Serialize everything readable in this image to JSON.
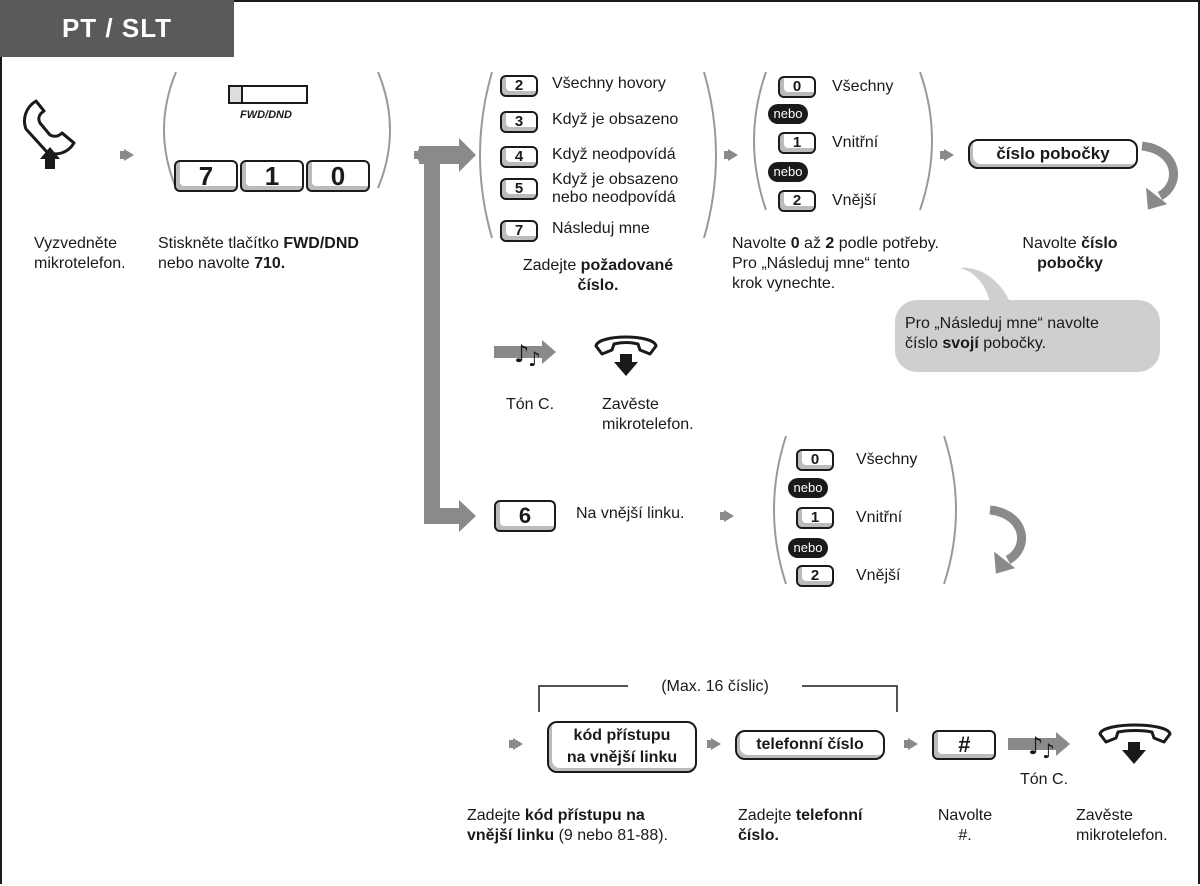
{
  "header": {
    "tab_label": "PT / SLT"
  },
  "step1": {
    "caption_line1": "Vyzvedněte",
    "caption_line2": "mikrotelefon."
  },
  "step2": {
    "button_caption": "FWD/DND",
    "keys": [
      "7",
      "1",
      "0"
    ],
    "caption_line1_pre": "Stiskněte tlačítko ",
    "caption_line1_bold": "FWD/DND",
    "caption_line2_pre": "nebo navolte ",
    "caption_line2_bold": "710."
  },
  "step3": {
    "options": [
      {
        "key": "2",
        "label": "Všechny hovory"
      },
      {
        "key": "3",
        "label": "Když je obsazeno"
      },
      {
        "key": "4",
        "label": "Když neodpovídá"
      },
      {
        "key": "5",
        "label": "Když je obsazeno",
        "label2": "nebo neodpovídá"
      },
      {
        "key": "7",
        "label": "Následuj mne"
      }
    ],
    "caption_pre": "Zadejte ",
    "caption_bold1": "požadované",
    "caption_bold2": "číslo."
  },
  "step4": {
    "options": [
      {
        "key": "0",
        "label": "Všechny"
      },
      {
        "key": "1",
        "label": "Vnitřní"
      },
      {
        "key": "2",
        "label": "Vnější"
      }
    ],
    "nebo_label": "nebo",
    "caption_l1_pre": "Navolte ",
    "caption_l1_b1": "0",
    "caption_l1_mid": " až ",
    "caption_l1_b2": "2",
    "caption_l1_post": " podle potřeby.",
    "caption_l2": "Pro „Následuj mne“ tento",
    "caption_l3": "krok vynechte."
  },
  "step5": {
    "button_label": "číslo pobočky",
    "caption_l1_pre": "Navolte ",
    "caption_l1_bold": "číslo",
    "caption_l2_bold": "pobočky",
    "bubble_l1": "Pro „Následuj mne“ navolte",
    "bubble_l2_pre": "číslo ",
    "bubble_l2_bold": "svojí",
    "bubble_l2_post": " pobočky."
  },
  "tone_row": {
    "tone_caption": "Tón C.",
    "hangup_caption_l1": "Zavěste",
    "hangup_caption_l2": "mikrotelefon."
  },
  "outside": {
    "key": "6",
    "label": "Na vnější linku.",
    "options": [
      {
        "key": "0",
        "label": "Všechny"
      },
      {
        "key": "1",
        "label": "Vnitřní"
      },
      {
        "key": "2",
        "label": "Vnější"
      }
    ],
    "nebo_label": "nebo"
  },
  "bottom": {
    "max_label": "(Max. 16 číslic)",
    "access_l1": "kód přístupu",
    "access_l2": "na vnější linku",
    "phone_label": "telefonní číslo",
    "hash_key": "#",
    "tone_caption": "Tón C.",
    "cap1_l1_pre": "Zadejte ",
    "cap1_l1_bold": "kód přístupu na",
    "cap1_l2_bold": "vnější linku",
    "cap1_l2_post": " (9 nebo 81-88).",
    "cap2_l1_pre": "Zadejte ",
    "cap2_l1_bold": "telefonní",
    "cap2_l2_bold": "číslo.",
    "cap3_l1": "Navolte",
    "cap3_l2": "#.",
    "cap4_l1": "Zavěste",
    "cap4_l2": "mikrotelefon."
  },
  "colors": {
    "accent_gray": "#8a8a8a",
    "tab_bg": "#5a5a5a",
    "bubble_bg": "#cfcfcf"
  }
}
